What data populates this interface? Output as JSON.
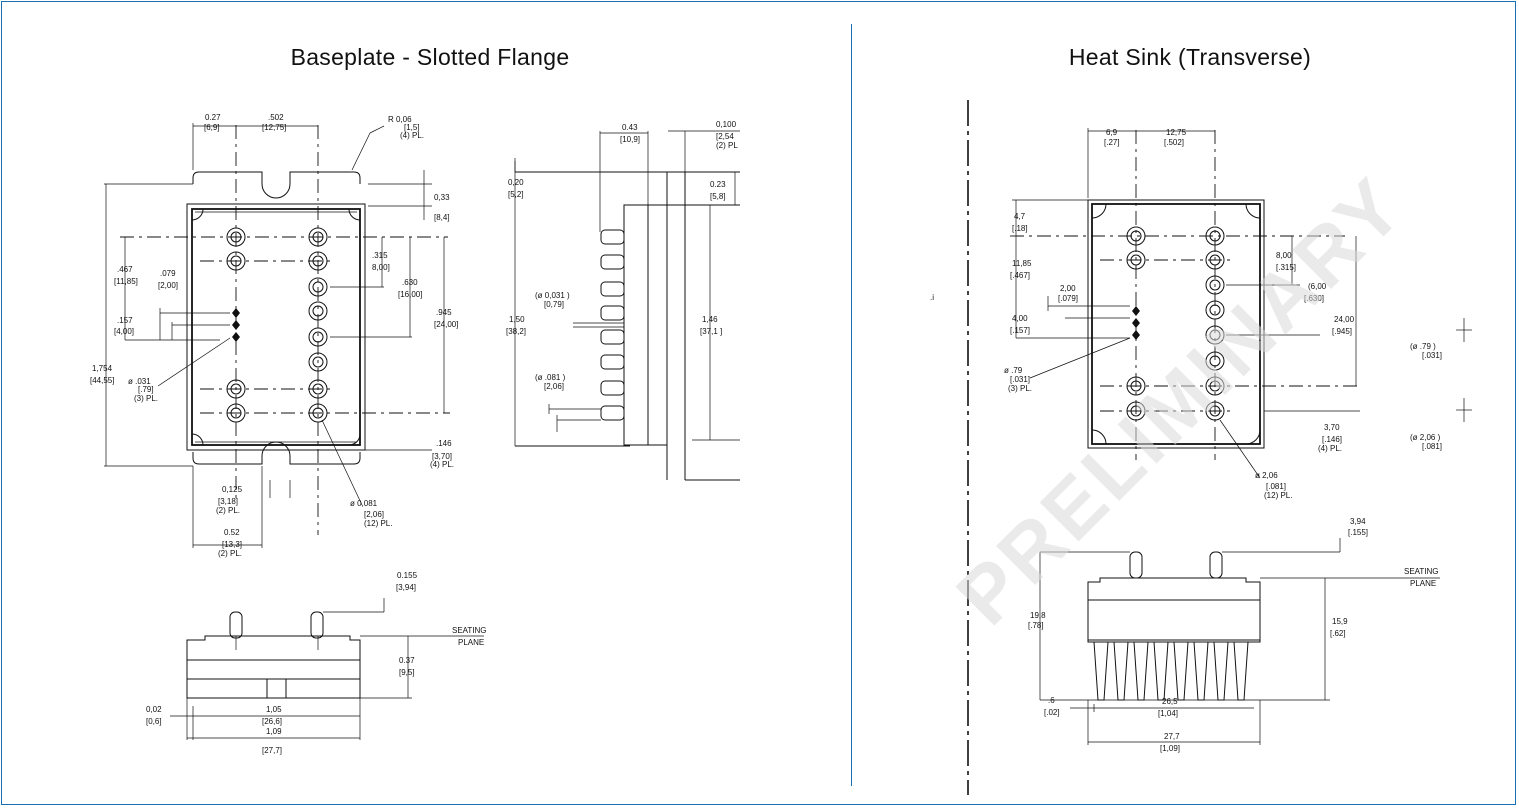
{
  "titles": {
    "left": "Baseplate - Slotted Flange",
    "right": "Heat Sink (Transverse)"
  },
  "watermark": "PRELIMINARY",
  "colors": {
    "frame": "#1a6fb0",
    "ink": "#111111",
    "watermark": "#d9d9d9"
  },
  "baseplate_dims": {
    "d027": "0.27",
    "d027b": "[6,9]",
    "d502": ".502",
    "d502b": "[12,75]",
    "r006": "R 0,06",
    "r006b": "[1,5]",
    "r006c": "(4) PL.",
    "d033": "0,33",
    "d033b": "[8,4]",
    "d467": ".467",
    "d467b": "[11,85]",
    "d079": ".079",
    "d079b": "[2,00]",
    "d315": ".315",
    "d315b": "8,00]",
    "d630": ".630",
    "d630b": "[16,00]",
    "d945": ".945",
    "d945b": "[24,00]",
    "d157": ".157",
    "d157b": "[4,00]",
    "d1754": "1,754",
    "d1754b": "[44,55]",
    "d031": "ø .031",
    "d031b": "[.79]",
    "d031c": "(3) PL.",
    "d146": ".146",
    "d146b": "[3,70]",
    "d146c": "(4) PL.",
    "d0125": "0,125",
    "d0125b": "[3,18]",
    "d0125c": "(2) PL.",
    "d0081": "ø 0,081",
    "d0081b": "[2,06]",
    "d0081c": "(12) PL.",
    "d052": "0.52",
    "d052b": "[13,3]",
    "d052c": "(2) PL."
  },
  "side_dims": {
    "d043": "0.43",
    "d043b": "[10,9]",
    "d0100": "0,100",
    "d0100b": "[2,54",
    "d0100c": "(2) PL",
    "d020": "0,20",
    "d020b": "[5,2]",
    "d023": "0.23",
    "d023b": "[5,8]",
    "d0031": "(ø 0,031 )",
    "d0031b": "[0,79]",
    "d150": "1,50",
    "d150b": "[38,2]",
    "d146": "1,46",
    "d146b": "[37,1  ]",
    "d081": "(ø .081 )",
    "d081b": "[2,06]"
  },
  "bottom_dims": {
    "d0155": "0.155",
    "d0155b": "[3,94]",
    "seating": "SEATING",
    "plane": "PLANE",
    "d037": "0.37",
    "d037b": "[9,5]",
    "d002": "0,02",
    "d002b": "[0,6]",
    "d105": "1,05",
    "d105b": "[26,6]",
    "d109": "1,09",
    "d109b": "[27,7]"
  },
  "heatsink_dims": {
    "d69": "6,9",
    "d69b": "[.27]",
    "d1275": "12,75",
    "d1275b": "[.502]",
    "d47": "4,7",
    "d47b": "[.18]",
    "d1185": "11,85",
    "d1185b": "[.467]",
    "d200": "2,00",
    "d200b": "[.079]",
    "d400": "4,00",
    "d400b": "[.157]",
    "d800": "8,00",
    "d800b": "[.315]",
    "d1600": "(6,00",
    "d1600b": "[.630]",
    "d2400": "24,00",
    "d2400b": "[.945]",
    "d79": "ø .79",
    "d79b": "[.031]",
    "d79c": "(3) PL.",
    "d370": "3,70",
    "d370b": "[.146]",
    "d370c": "(4) PL.",
    "d206": "ø 2,06",
    "d206b": "[.081]",
    "d206c": "(12) PL.",
    "e79": "(ø .79 )",
    "e79b": "[.031]",
    "e206": "(ø 2,06 )",
    "e206b": "[.081]",
    "d394": "3,94",
    "d394b": "[.155]",
    "seating": "SEATING",
    "plane": "PLANE",
    "d198": "19,8",
    "d198b": "[.78]",
    "d159": "15,9",
    "d159b": "[.62]",
    "d6": ".6",
    "d6b": "[.02]",
    "d265": "26,5",
    "d265b": "[1,04]",
    "d277": "27,7",
    "d277b": "[1,09]",
    "tick": ".i"
  }
}
